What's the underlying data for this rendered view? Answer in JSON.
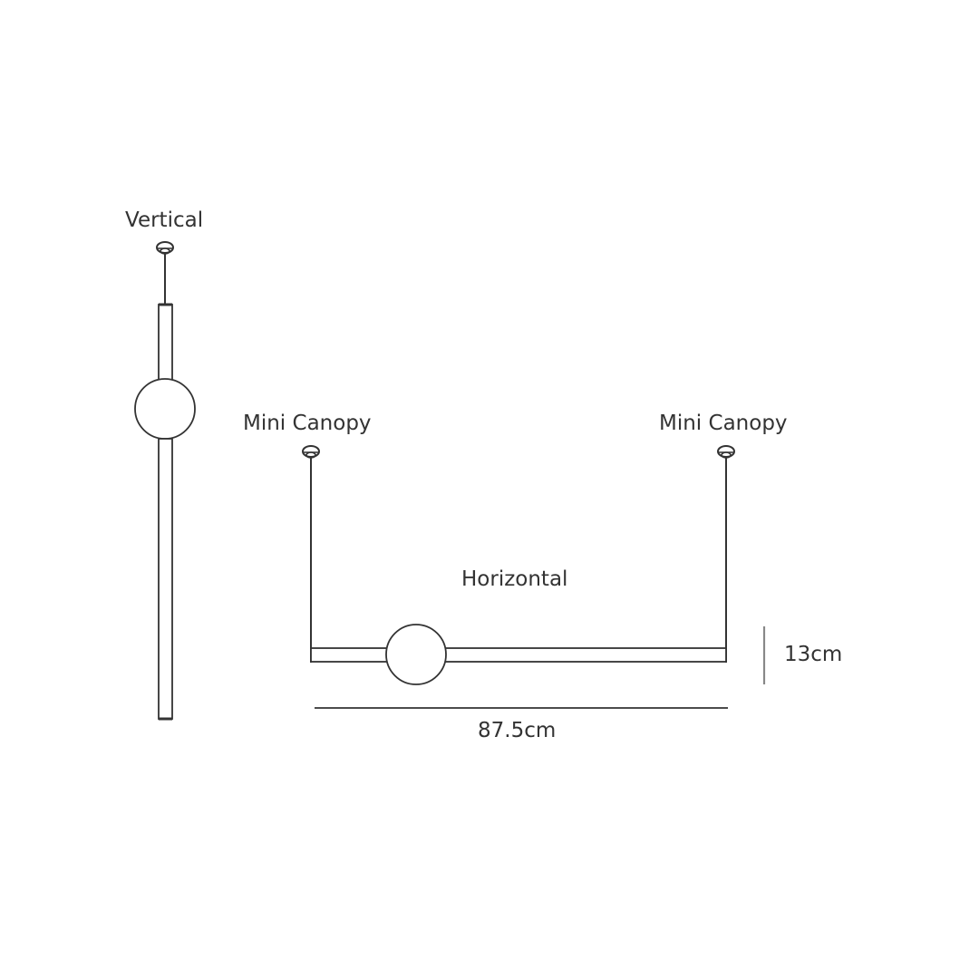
{
  "labels": {
    "vertical": "Vertical",
    "mini_canopy_left": "Mini Canopy",
    "mini_canopy_right": "Mini Canopy",
    "horizontal": "Horizontal"
  },
  "dimensions": {
    "width": "87.5cm",
    "height": "13cm"
  },
  "colors": {
    "line": "#333333",
    "dimension_line": "#888888",
    "text": "#333333",
    "background": "#ffffff"
  }
}
